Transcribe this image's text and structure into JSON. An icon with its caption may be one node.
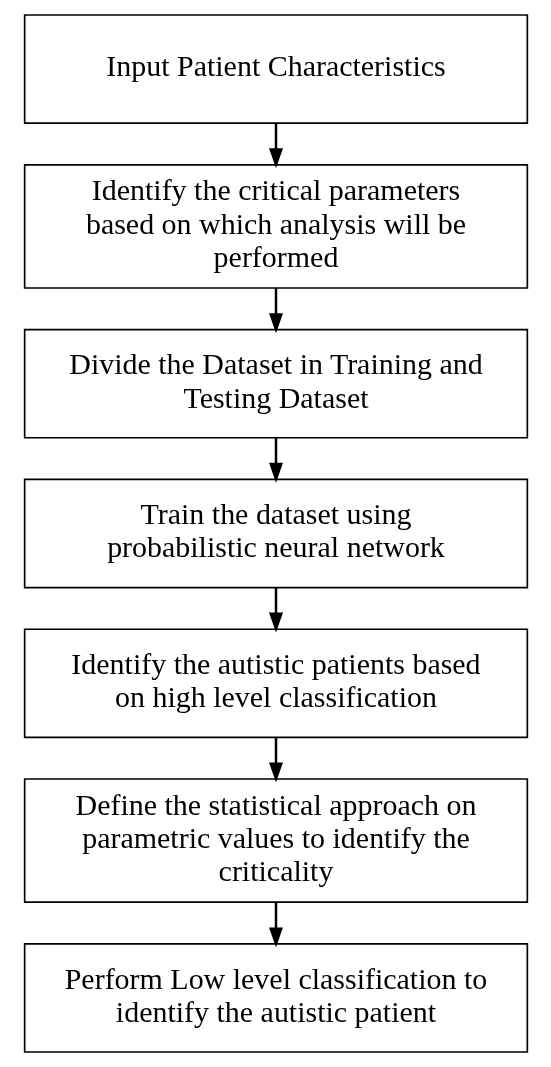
{
  "diagram": {
    "nodes": [
      {
        "text": [
          "Input Patient Characteristics"
        ]
      },
      {
        "text": [
          "Identify the critical parameters based on which analysis will be performed"
        ]
      },
      {
        "text": [
          "Divide the Dataset in Training and Testing Dataset"
        ]
      },
      {
        "text": [
          "Train the dataset using probabilistic neural network"
        ]
      },
      {
        "text": [
          "Identify the autistic patients based on high level classification"
        ]
      },
      {
        "text": [
          "Define the statistical approach on parametric values to identify the criticality"
        ]
      },
      {
        "text": [
          "Perform Low level classification to identify the autistic patient"
        ]
      }
    ],
    "edges": [
      {
        "from": 0,
        "to": 1,
        "arrow": "to"
      },
      {
        "from": 1,
        "to": 2,
        "arrow": "to"
      },
      {
        "from": 2,
        "to": 3,
        "arrow": "to"
      },
      {
        "from": 3,
        "to": 4,
        "arrow": "to"
      },
      {
        "from": 4,
        "to": 5,
        "arrow": "to"
      },
      {
        "from": 5,
        "to": 6,
        "arrow": "to"
      }
    ]
  }
}
